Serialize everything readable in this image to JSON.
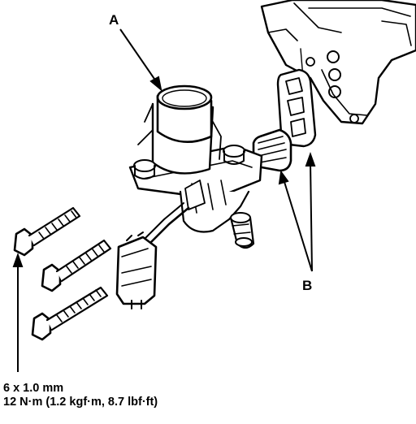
{
  "labels": {
    "a": "A",
    "b": "B"
  },
  "spec": {
    "line1": "6 x 1.0 mm",
    "line2": "12 N·m (1.2 kgf·m, 8.7 lbf·ft)"
  },
  "colors": {
    "ink": "#000000",
    "paper": "#ffffff"
  }
}
